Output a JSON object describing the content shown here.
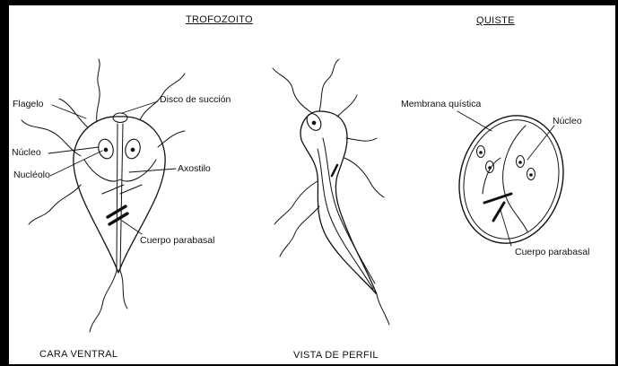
{
  "headings": {
    "trophozoite": "TROFOZOITO",
    "cyst": "QUISTE"
  },
  "trophozoite_labels": {
    "flagellum": "Flagelo",
    "suction_disc": "Disco de succión",
    "nucleus": "Núcleo",
    "nucleolus": "Nucléolo",
    "axostyle": "Axostilo",
    "parabasal_body": "Cuerpo parabasal"
  },
  "cyst_labels": {
    "cyst_membrane": "Membrana quística",
    "nucleus": "Núcleo",
    "parabasal_body": "Cuerpo parabasal"
  },
  "captions": {
    "ventral": "CARA  VENTRAL",
    "profile": "VISTA  DE  PERFIL"
  }
}
